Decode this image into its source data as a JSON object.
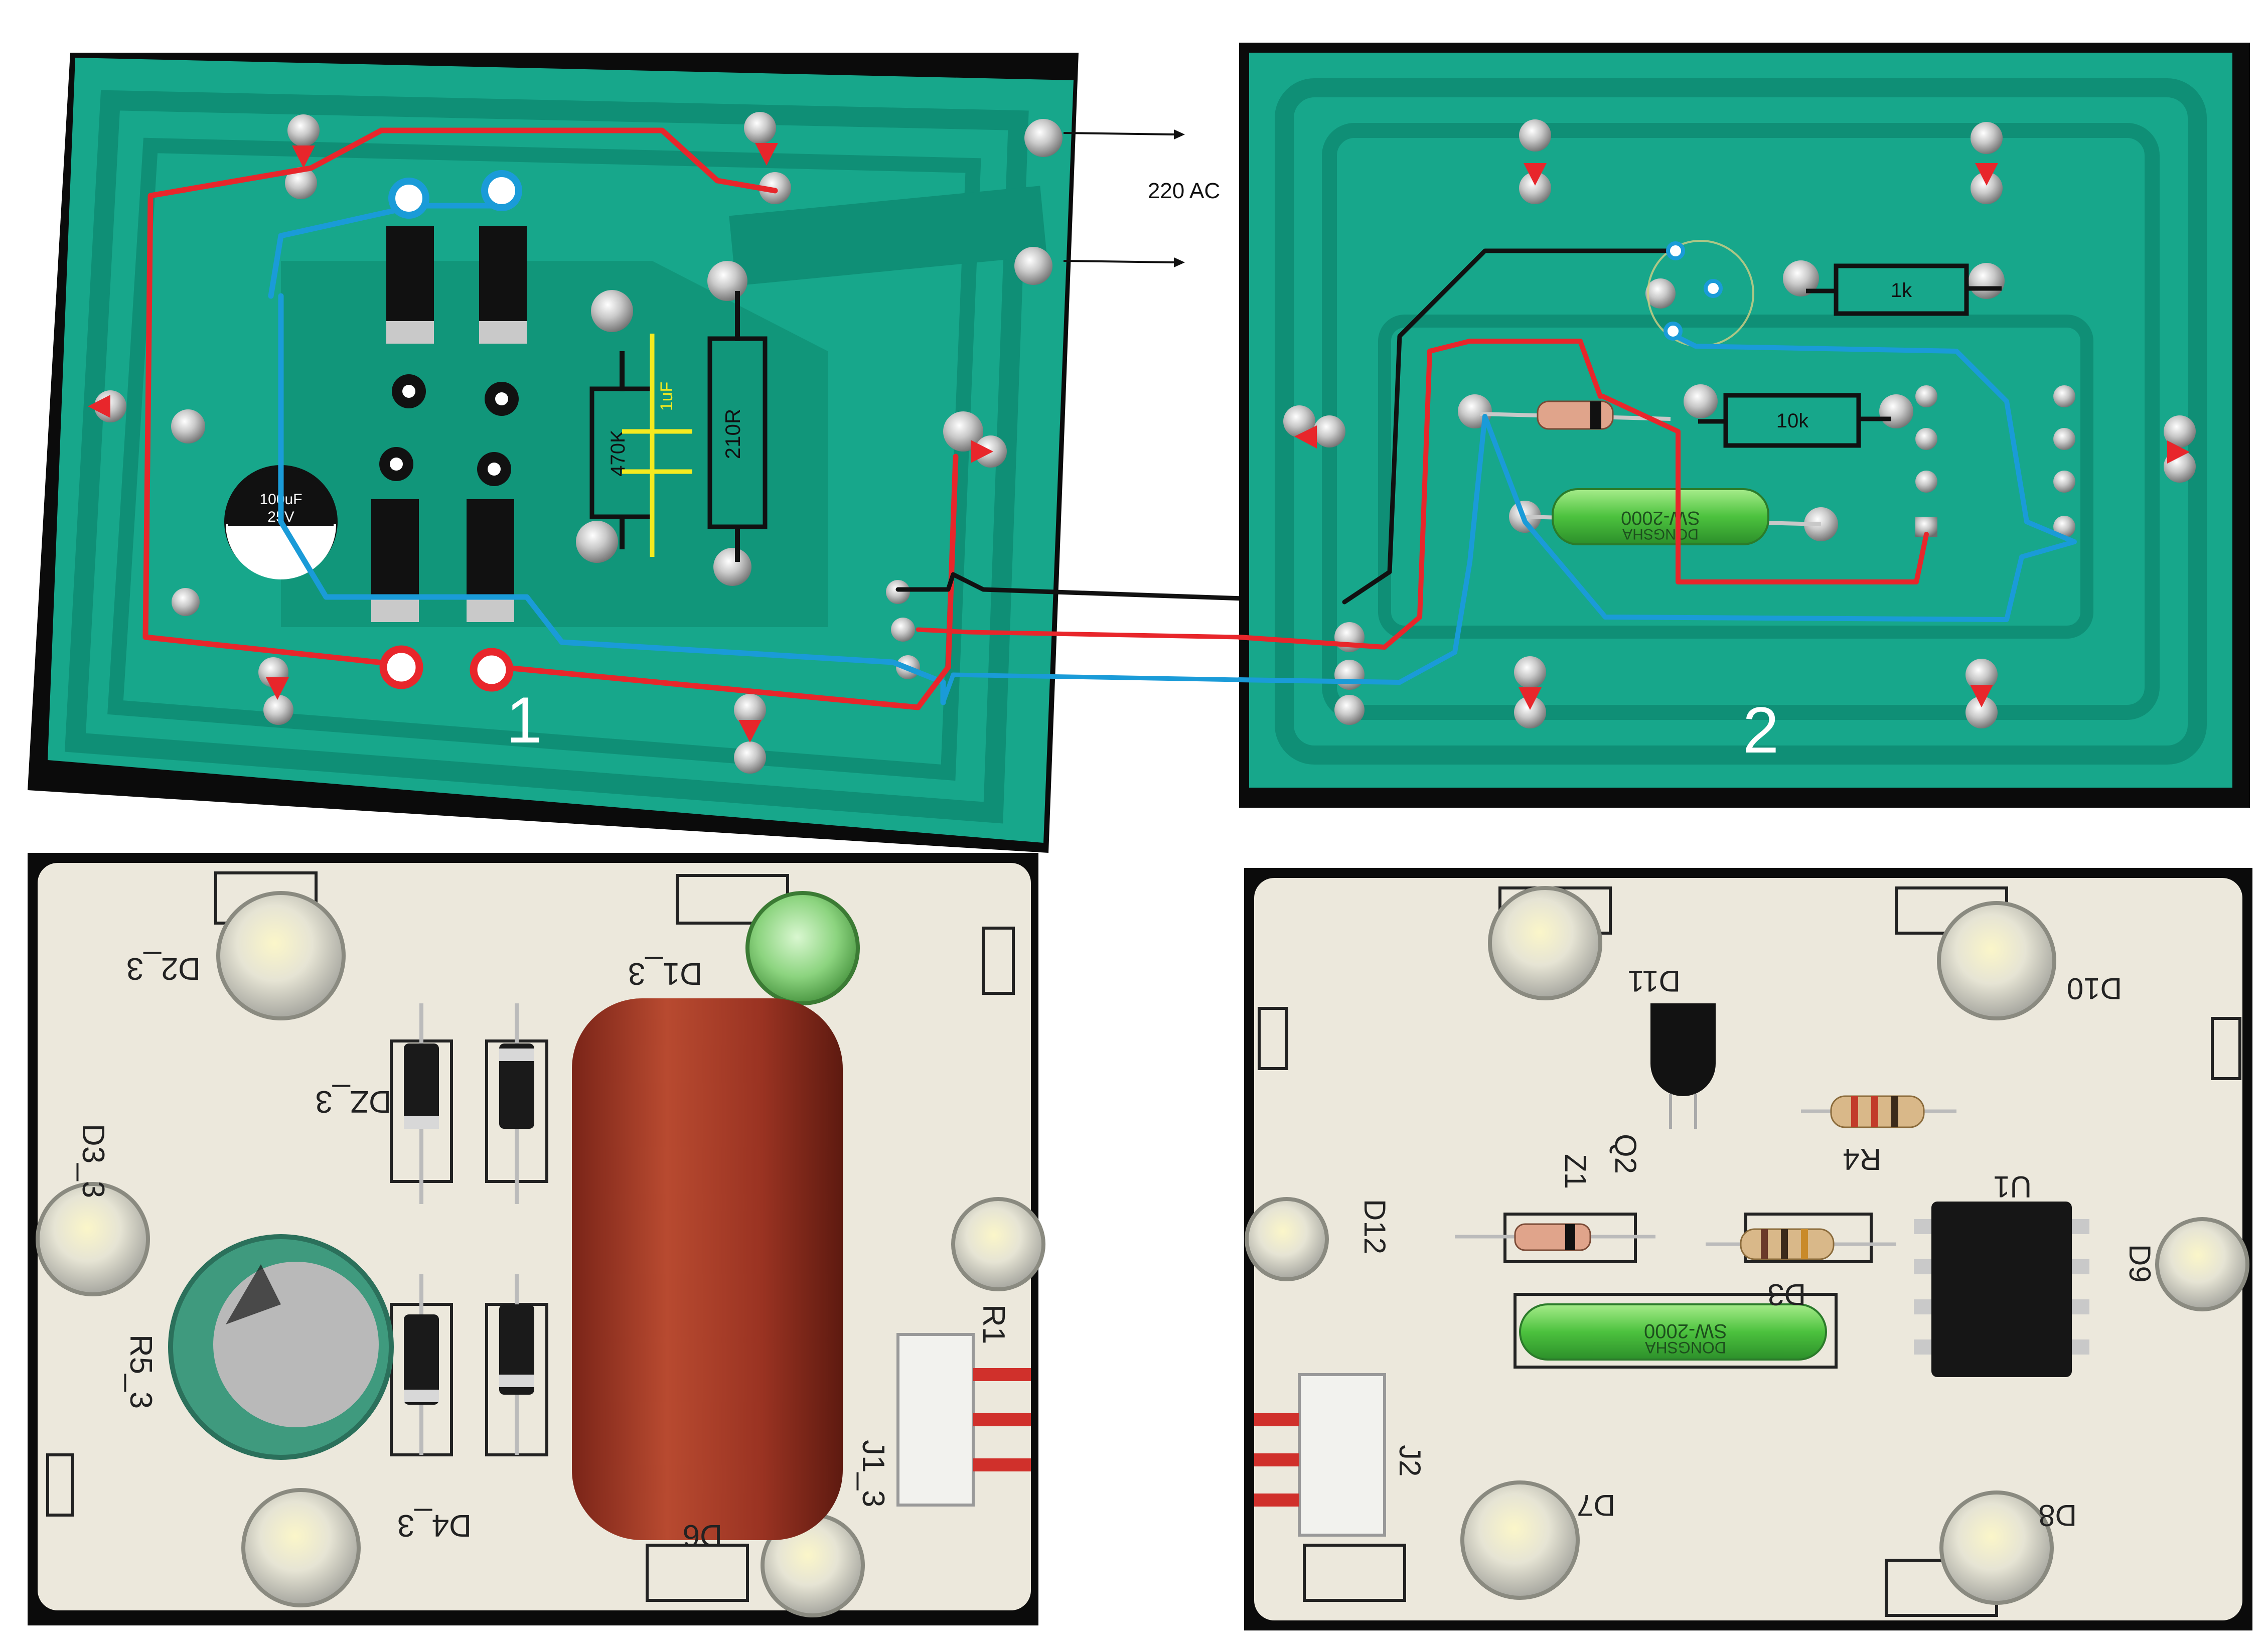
{
  "labels": {
    "ac_input": "220 AC",
    "board_1_number": "1",
    "board_2_number": "2"
  },
  "board1": {
    "cap_electrolytic": [
      "100uF",
      "25V"
    ],
    "resistor_470k": "470K",
    "cap_1uf": "1uF",
    "resistor_210r": "210R"
  },
  "board2": {
    "resistor_1k": "1k",
    "resistor_10k": "10k",
    "reed_brand": "DONGSHA",
    "reed_model": "SW-2000"
  },
  "photo1": {
    "silk": [
      "D2_3",
      "D1_3",
      "D3_3",
      "DZ_3",
      "R5_3",
      "D4_3",
      "J1_3",
      "D6",
      "R1"
    ]
  },
  "photo2": {
    "silk": [
      "D11",
      "D10",
      "Q2",
      "R4",
      "Z1",
      "D12",
      "D3",
      "U1",
      "D9",
      "J2",
      "D7",
      "D8"
    ],
    "reed_brand": "DONGSHA",
    "reed_model": "SW-2000"
  },
  "colors": {
    "pcb_green": "#16a58a",
    "pcb_trace": "#13a184",
    "pcb_mask_dark": "#0c7a63",
    "wire_red": "#e8262b",
    "wire_blue": "#1a9bd8",
    "wire_black": "#111111",
    "marker_yellow": "#f4ea1f",
    "white_board": "#ece8dc"
  }
}
